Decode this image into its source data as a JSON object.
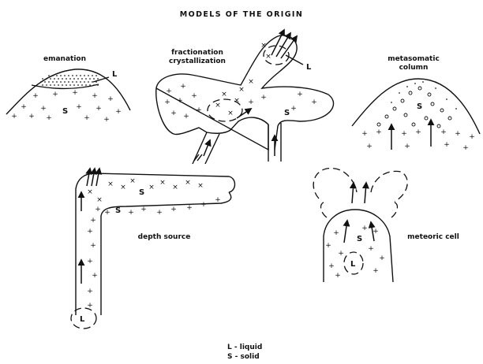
{
  "figure": {
    "title": "MODELS OF THE ORIGIN",
    "models": [
      {
        "id": "emanation",
        "label": "emanation",
        "marks": [
          "L",
          "S"
        ]
      },
      {
        "id": "fractionation",
        "label_lines": [
          "fractionation",
          "crystallization"
        ],
        "marks": [
          "L",
          "S"
        ]
      },
      {
        "id": "metasomatic",
        "label_lines": [
          "metasomatic",
          "column"
        ],
        "marks": [
          "S"
        ]
      },
      {
        "id": "depth",
        "label": "depth source",
        "marks": [
          "S",
          "L"
        ]
      },
      {
        "id": "meteoric",
        "label": "meteoric cell",
        "marks": [
          "S",
          "L"
        ]
      }
    ],
    "legend": [
      "L - liquid",
      "S - solid"
    ]
  }
}
